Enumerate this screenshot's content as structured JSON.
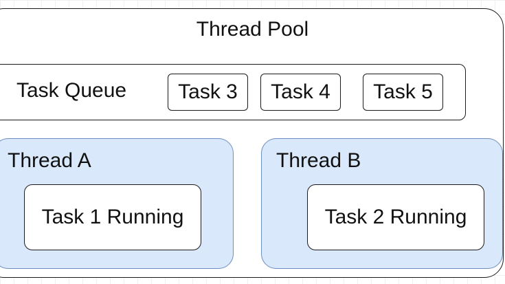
{
  "diagram": {
    "pool": {
      "title": "Thread Pool"
    },
    "queue": {
      "label": "Task Queue",
      "tasks": [
        "Task 3",
        "Task 4",
        "Task 5"
      ]
    },
    "threads": [
      {
        "label": "Thread A",
        "task": "Task 1 Running"
      },
      {
        "label": "Thread B",
        "task": "Task 2 Running"
      }
    ]
  },
  "colors": {
    "thread_fill": "#dae8fc",
    "thread_stroke": "#6c8ebf",
    "box_stroke": "#1a1a1a",
    "background": "#ffffff"
  }
}
